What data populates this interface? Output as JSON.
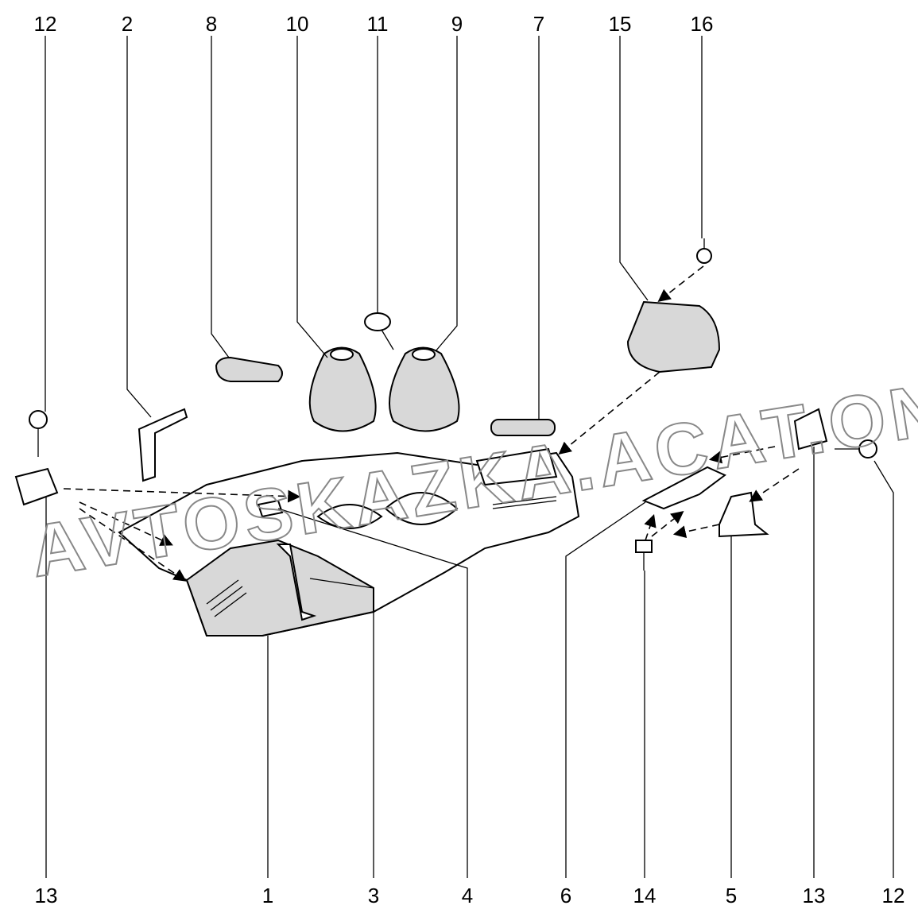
{
  "diagram": {
    "top_labels": [
      "12",
      "2",
      "8",
      "10",
      "11",
      "9",
      "7",
      "15",
      "16"
    ],
    "bottom_labels": [
      "13",
      "1",
      "3",
      "4",
      "6",
      "14",
      "5",
      "13",
      "12"
    ],
    "watermark": "AVTOSKAZKA.ACAT.ONLINE"
  }
}
